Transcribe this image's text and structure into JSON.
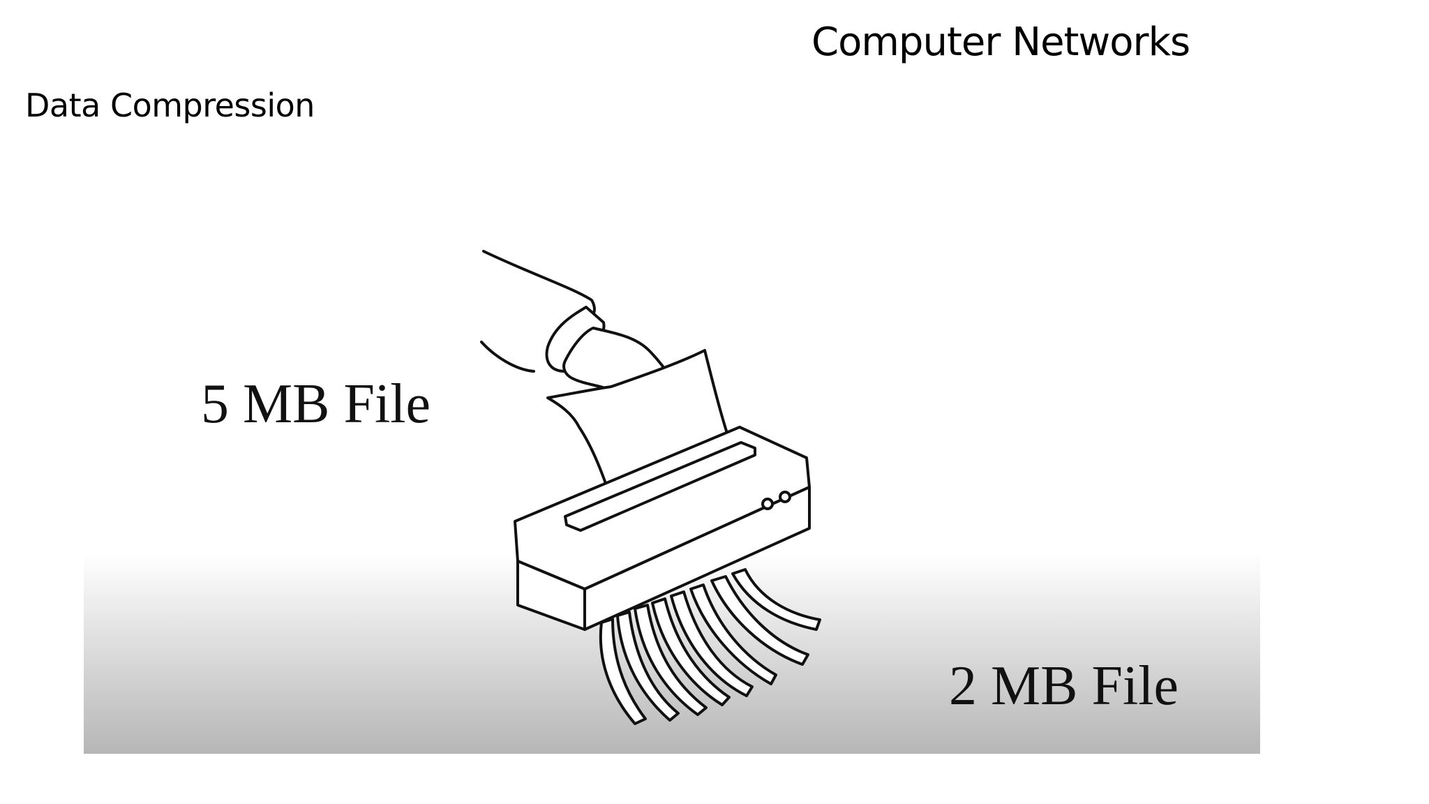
{
  "slide": {
    "title": "Computer Networks",
    "subtitle": "Data Compression"
  },
  "illustration": {
    "subject": "hand-feeding-paper-into-shredder",
    "label_before": "5 MB File",
    "label_after": "2 MB File",
    "colors": {
      "background_top": "#ffffff",
      "background_bottom": "#b8b8b8",
      "ink": "#111111"
    }
  }
}
